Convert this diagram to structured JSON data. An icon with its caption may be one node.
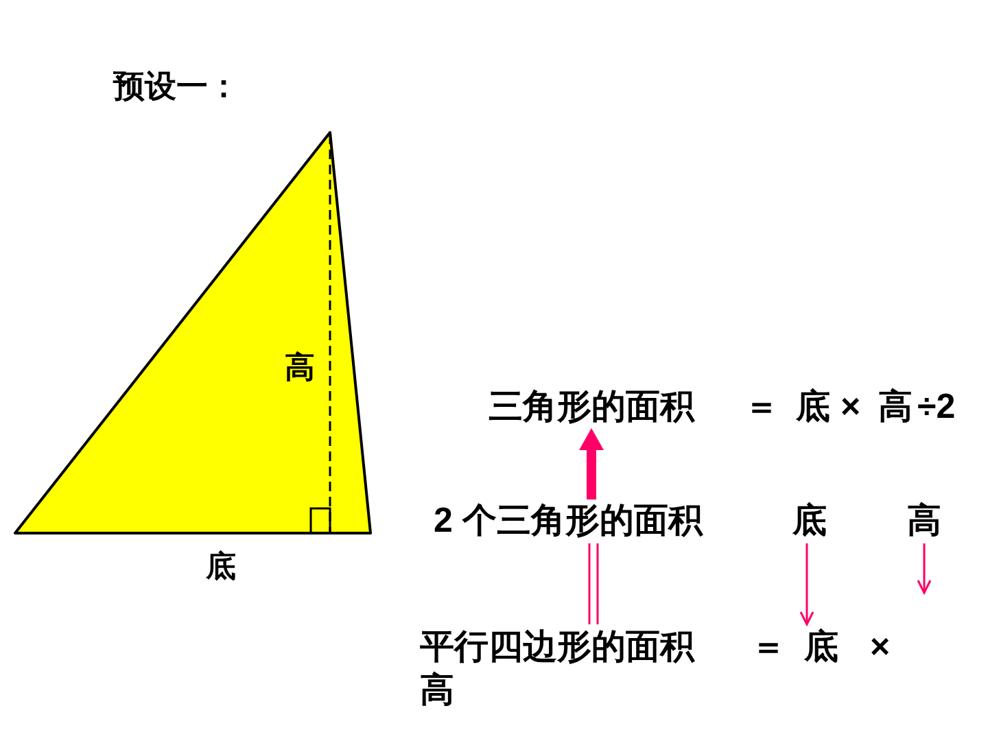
{
  "diagram": {
    "title": "预设一：",
    "nodes": [
      {
        "text": [
          "三角形的面积"
        ]
      },
      {
        "text": [
          "2 个三角形的面积"
        ]
      },
      {
        "text": [
          "底"
        ]
      },
      {
        "text": [
          "高"
        ]
      },
      {
        "text": [
          "平行四边形的面积"
        ]
      },
      {
        "text": [
          "底"
        ]
      }
    ],
    "edges": [
      {
        "from": 1,
        "to": 0,
        "arrow": "to",
        "style": "thick"
      },
      {
        "from": 1,
        "to": 4,
        "arrow": "none"
      },
      {
        "from": 2,
        "to": 5,
        "arrow": "to"
      },
      {
        "from": 3,
        "to": null,
        "arrow": "to"
      }
    ],
    "labels": [
      "高",
      "底",
      "＝",
      "底",
      "×",
      "高",
      "÷2",
      "＝",
      "×",
      "高"
    ]
  }
}
